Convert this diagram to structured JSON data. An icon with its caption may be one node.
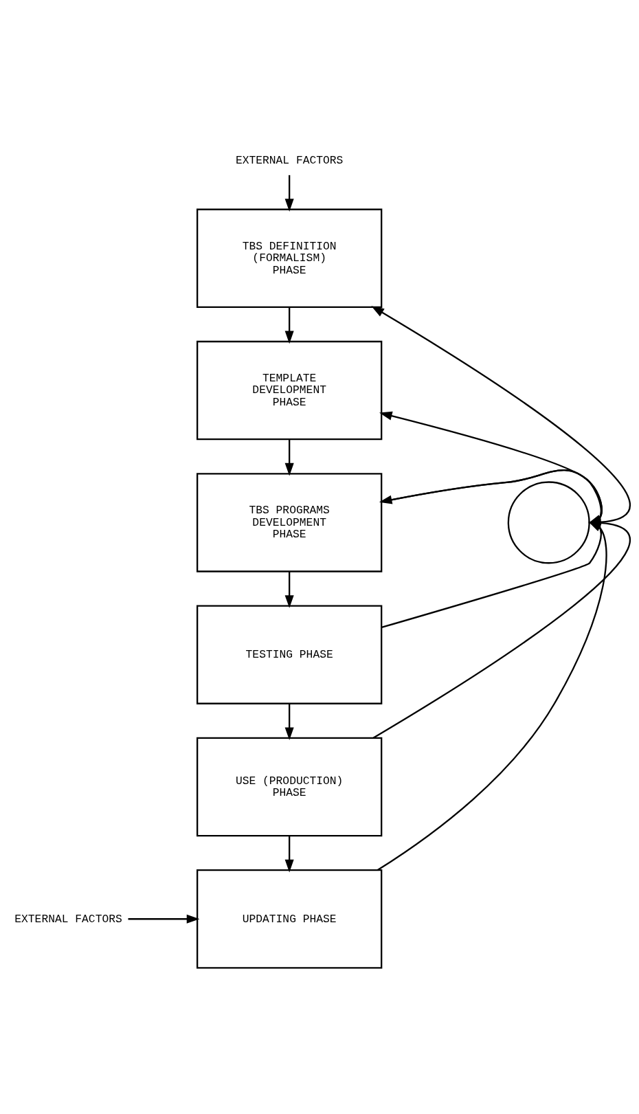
{
  "diagram": {
    "nodes": [
      {
        "text": [
          "TBS DEFINITION (FORMALISM) PHASE"
        ]
      },
      {
        "text": [
          "TEMPLATE DEVELOPMENT PHASE"
        ]
      },
      {
        "text": [
          "TBS PROGRAMS DEVELOPMENT PHASE"
        ]
      },
      {
        "text": [
          "TESTING PHASE"
        ]
      },
      {
        "text": [
          "USE (PRODUCTION) PHASE"
        ]
      },
      {
        "text": [
          "UPDATING PHASE"
        ]
      },
      {
        "text": [],
        "shape": "circle"
      },
      {
        "text": [
          "EXTERNAL FACTORS"
        ]
      },
      {
        "text": [
          "EXTERNAL FACTORS"
        ]
      }
    ],
    "edges": [
      {
        "from": 7,
        "to": 0,
        "arrow": "to"
      },
      {
        "from": 0,
        "to": 1,
        "arrow": "to"
      },
      {
        "from": 1,
        "to": 2,
        "arrow": "to"
      },
      {
        "from": 2,
        "to": 3,
        "arrow": "to"
      },
      {
        "from": 3,
        "to": 4,
        "arrow": "to"
      },
      {
        "from": 4,
        "to": 5,
        "arrow": "to"
      },
      {
        "from": 6,
        "to": 0,
        "arrow": "to"
      },
      {
        "from": 6,
        "to": 1,
        "arrow": "to"
      },
      {
        "from": 6,
        "to": 2,
        "arrow": "to"
      },
      {
        "from": 2,
        "to": 6,
        "arrow": "to"
      },
      {
        "from": 3,
        "to": 6,
        "arrow": "to"
      },
      {
        "from": 4,
        "to": 6,
        "arrow": "to"
      },
      {
        "from": 5,
        "to": 6,
        "arrow": "to"
      },
      {
        "from": 8,
        "to": 5,
        "arrow": "to"
      }
    ]
  }
}
